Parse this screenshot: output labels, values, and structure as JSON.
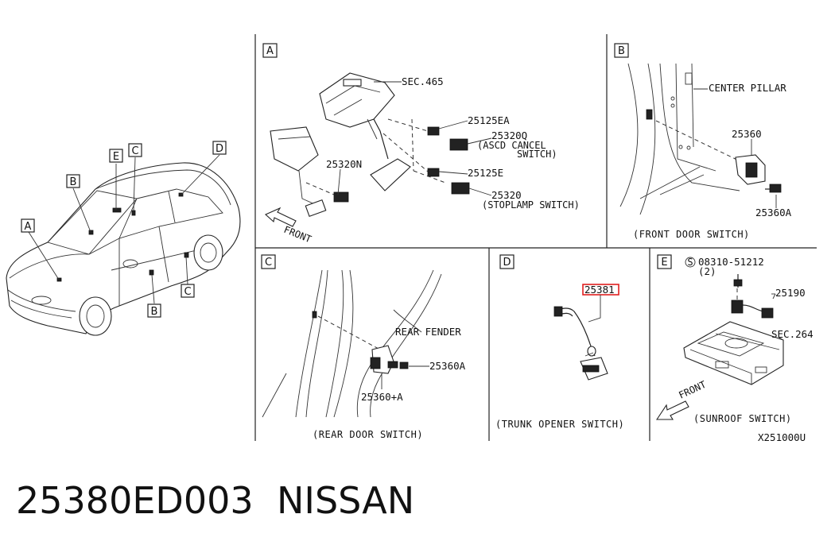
{
  "panels": {
    "A": {
      "letter": "A",
      "labels": {
        "sec465": "SEC.465",
        "p25125EA": "25125EA",
        "p25320Q": "25320Q",
        "ascd1": "(ASCD CANCEL",
        "ascd2": "SWITCH)",
        "p25320N": "25320N",
        "p25125E": "25125E",
        "p25320": "25320",
        "stoplamp": "(STOPLAMP SWITCH)",
        "front": "FRONT"
      }
    },
    "B": {
      "letter": "B",
      "labels": {
        "center_pillar": "CENTER PILLAR",
        "p25360": "25360",
        "p25360A": "25360A",
        "caption": "(FRONT DOOR SWITCH)"
      }
    },
    "C": {
      "letter": "C",
      "labels": {
        "rear_fender": "REAR FENDER",
        "p25360A": "25360A",
        "p25360plusA": "25360+A",
        "caption": "(REAR DOOR SWITCH)"
      }
    },
    "D": {
      "letter": "D",
      "labels": {
        "p25381": "25381",
        "caption": "(TRUNK OPENER SWITCH)"
      }
    },
    "E": {
      "letter": "E",
      "labels": {
        "s_symbol": "S",
        "bolt": "08310-51212",
        "qty": "(2)",
        "p25190": "25190",
        "sec264": "SEC.264",
        "front": "FRONT",
        "caption": "(SUNROOF SWITCH)"
      }
    }
  },
  "car": {
    "callouts": [
      "A",
      "B",
      "E",
      "C",
      "D",
      "B",
      "C"
    ]
  },
  "diagram_code": "X251000U",
  "footer": {
    "part_number": "25380ED003",
    "brand": "NISSAN"
  }
}
